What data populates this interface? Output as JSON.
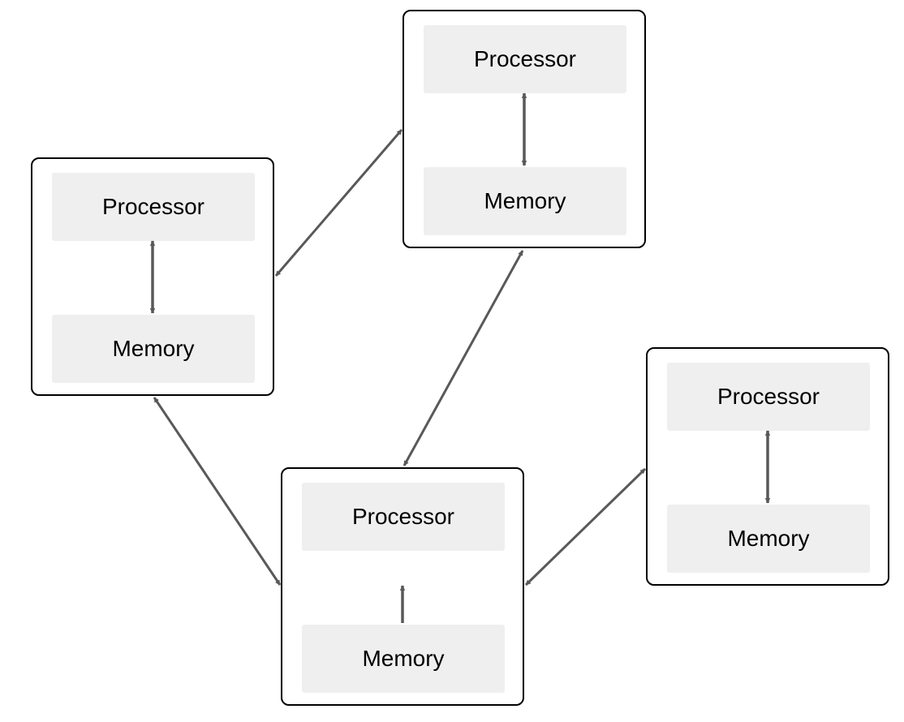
{
  "diagram": {
    "nodes": [
      {
        "id": "node-1",
        "processor_label": "Processor",
        "memory_label": "Memory",
        "internal_link": "bidirectional"
      },
      {
        "id": "node-2",
        "processor_label": "Processor",
        "memory_label": "Memory",
        "internal_link": "bidirectional"
      },
      {
        "id": "node-3",
        "processor_label": "Processor",
        "memory_label": "Memory",
        "internal_link": "memory-to-processor"
      },
      {
        "id": "node-4",
        "processor_label": "Processor",
        "memory_label": "Memory",
        "internal_link": "bidirectional"
      }
    ],
    "connections": [
      {
        "from": "node-1",
        "to": "node-2",
        "direction": "bidirectional"
      },
      {
        "from": "node-2",
        "to": "node-3",
        "direction": "bidirectional"
      },
      {
        "from": "node-1",
        "to": "node-3",
        "direction": "bidirectional"
      },
      {
        "from": "node-3",
        "to": "node-4",
        "direction": "bidirectional"
      }
    ],
    "colors": {
      "block_fill": "#efefef",
      "node_border": "#000000",
      "arrow": "#595959",
      "text": "#000000"
    }
  }
}
